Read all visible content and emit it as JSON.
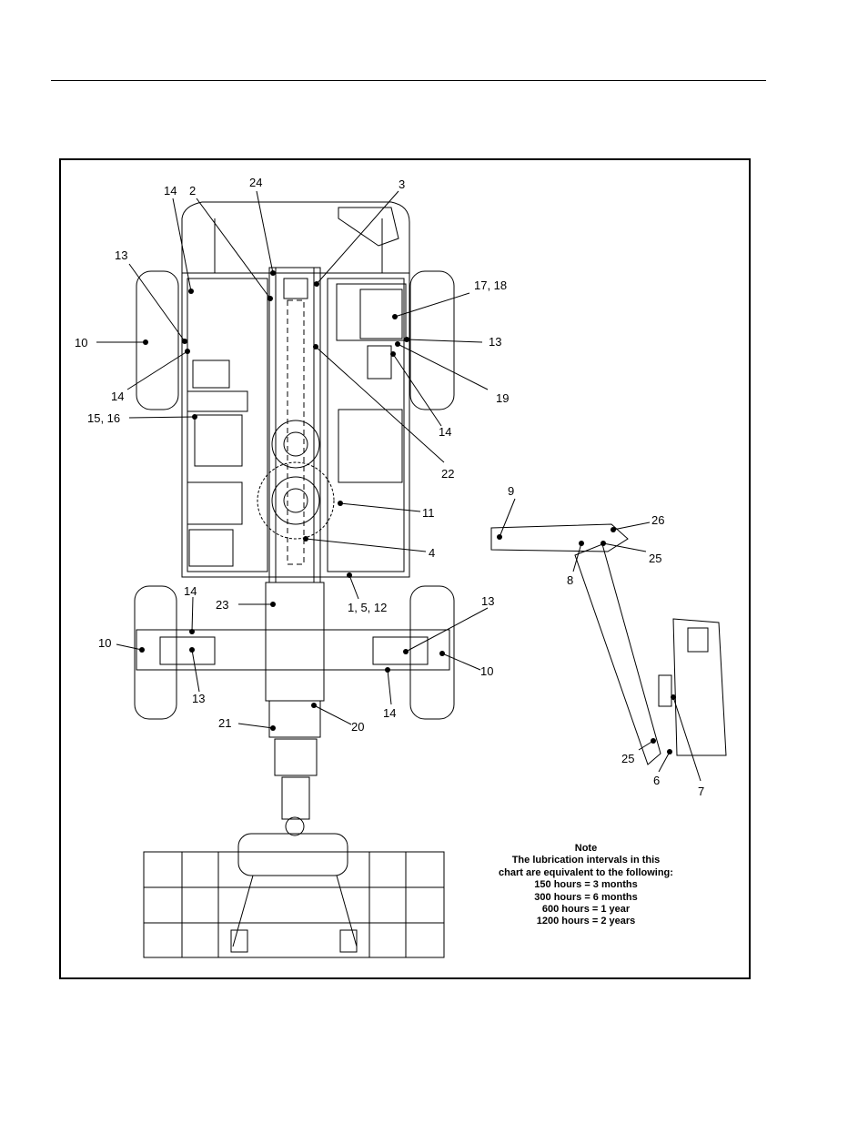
{
  "callouts": [
    {
      "id": "c14a",
      "text": "14"
    },
    {
      "id": "c2",
      "text": "2"
    },
    {
      "id": "c24",
      "text": "24"
    },
    {
      "id": "c3",
      "text": "3"
    },
    {
      "id": "c13a",
      "text": "13"
    },
    {
      "id": "c1718",
      "text": "17, 18"
    },
    {
      "id": "c10a",
      "text": "10"
    },
    {
      "id": "c13b",
      "text": "13"
    },
    {
      "id": "c14b",
      "text": "14"
    },
    {
      "id": "c19",
      "text": "19"
    },
    {
      "id": "c1516",
      "text": "15, 16"
    },
    {
      "id": "c14c",
      "text": "14"
    },
    {
      "id": "c22",
      "text": "22"
    },
    {
      "id": "c9",
      "text": "9"
    },
    {
      "id": "c26",
      "text": "26"
    },
    {
      "id": "c11",
      "text": "11"
    },
    {
      "id": "c25a",
      "text": "25"
    },
    {
      "id": "c4",
      "text": "4"
    },
    {
      "id": "c8",
      "text": "8"
    },
    {
      "id": "c14d",
      "text": "14"
    },
    {
      "id": "c13c",
      "text": "13"
    },
    {
      "id": "c23",
      "text": "23"
    },
    {
      "id": "c1512",
      "text": "1, 5, 12"
    },
    {
      "id": "c10b",
      "text": "10"
    },
    {
      "id": "c10c",
      "text": "10"
    },
    {
      "id": "c13d",
      "text": "13"
    },
    {
      "id": "c14e",
      "text": "14"
    },
    {
      "id": "c21",
      "text": "21"
    },
    {
      "id": "c20",
      "text": "20"
    },
    {
      "id": "c25b",
      "text": "25"
    },
    {
      "id": "c6",
      "text": "6"
    },
    {
      "id": "c7",
      "text": "7"
    }
  ],
  "note": {
    "title": "Note",
    "lines": [
      "The lubrication intervals in this",
      "chart are equivalent to the following:",
      "150 hours = 3 months",
      "300 hours = 6 months",
      "600 hours = 1 year",
      "1200 hours = 2 years"
    ]
  }
}
